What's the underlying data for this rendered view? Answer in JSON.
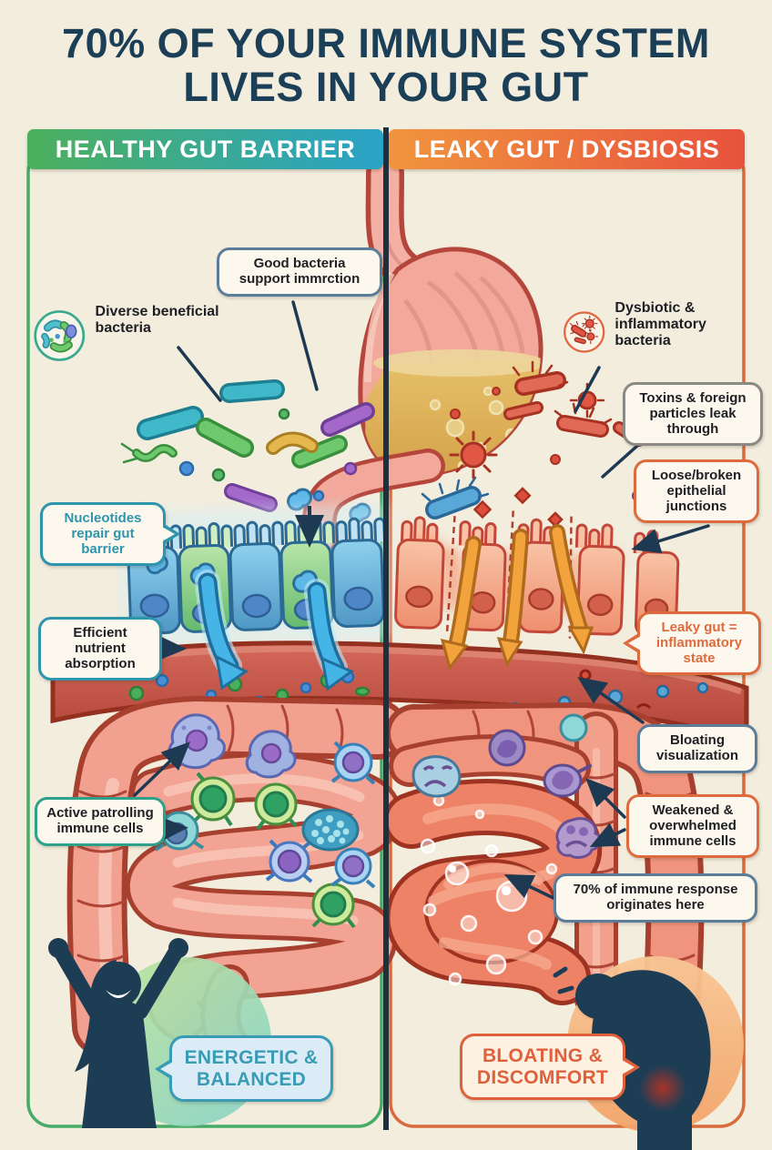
{
  "title": {
    "line1": "70% OF YOUR IMMUNE SYSTEM",
    "line2": "LIVES IN YOUR GUT"
  },
  "headers": {
    "left": "HEALTHY GUT BARRIER",
    "right": "LEAKY GUT / DYSBIOSIS"
  },
  "callouts": {
    "good_bacteria": "Good bacteria support immrction",
    "diverse_bacteria": "Diverse beneficial bacteria",
    "nucleotides": "Nucleotides repair gut barrier",
    "nutrient_absorption": "Efficient nutrient absorption",
    "active_immune": "Active patrolling immune cells",
    "energetic": "ENERGETIC & BALANCED",
    "dysbiotic": "Dysbiotic & inflammatory bacteria",
    "toxins": "Toxins & foreign particles leak through",
    "junctions": "Loose/broken epithelial junctions",
    "leaky_state": "Leaky gut = inflammatory state",
    "bloating_vis": "Bloating visualization",
    "weakened": "Weakened & overwhelmed immune cells",
    "immune_origin": "70% of immune response originates here",
    "discomfort": "BLOATING & DISCOMFORT"
  },
  "icons": {
    "diverse_bacteria_icon": "beneficial-bacteria-circle",
    "dysbiotic_bacteria_icon": "harmful-bacteria-circle"
  },
  "colors": {
    "background": "#f3edde",
    "title_navy": "#1c3f58",
    "healthy_green": "#4cb05c",
    "healthy_teal": "#2aa3c8",
    "leaky_orange": "#f0953e",
    "leaky_red": "#e8523e",
    "divider": "#202f3c",
    "callout_teal_border": "#2e95ad",
    "callout_orange_border": "#dd6b3d",
    "callout_slate_border": "#5b7d99"
  }
}
